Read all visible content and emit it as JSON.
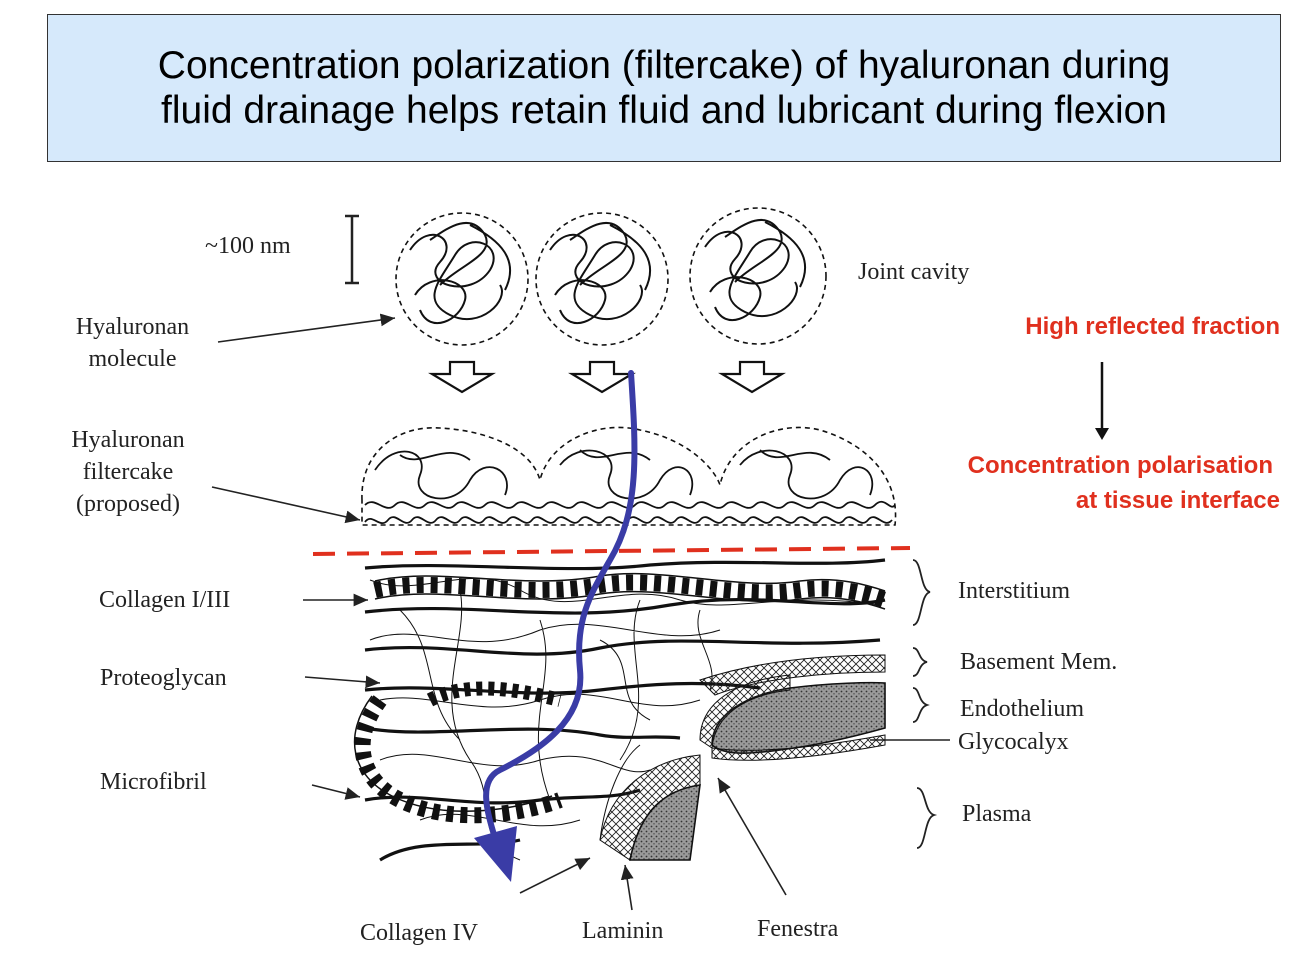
{
  "title": {
    "line1": "Concentration polarization (filtercake) of hyaluronan during",
    "line2": "fluid drainage helps retain fluid and lubricant during flexion"
  },
  "labels_left": {
    "scale": "~100 nm",
    "hyaluronan_molecule_1": "Hyaluronan",
    "hyaluronan_molecule_2": "molecule",
    "filtercake_1": "Hyaluronan",
    "filtercake_2": "filtercake",
    "filtercake_3": "(proposed)",
    "collagen_1_3": "Collagen I/III",
    "proteoglycan": "Proteoglycan",
    "microfibril": "Microfibril"
  },
  "labels_bottom": {
    "collagen_iv": "Collagen IV",
    "laminin": "Laminin",
    "fenestra": "Fenestra"
  },
  "labels_right": {
    "joint_cavity": "Joint cavity",
    "interstitium": "Interstitium",
    "basement_mem": "Basement Mem.",
    "endothelium": "Endothelium",
    "glycocalyx": "Glycocalyx",
    "plasma": "Plasma"
  },
  "annotations": {
    "high_reflected": "High reflected fraction",
    "conc_pol_1": "Concentration polarisation",
    "conc_pol_2": "at tissue interface"
  },
  "colors": {
    "annotation_red": "#e0301e",
    "flow_arrow_blue": "#3a3ca6",
    "title_background": "#d6e9fb"
  }
}
